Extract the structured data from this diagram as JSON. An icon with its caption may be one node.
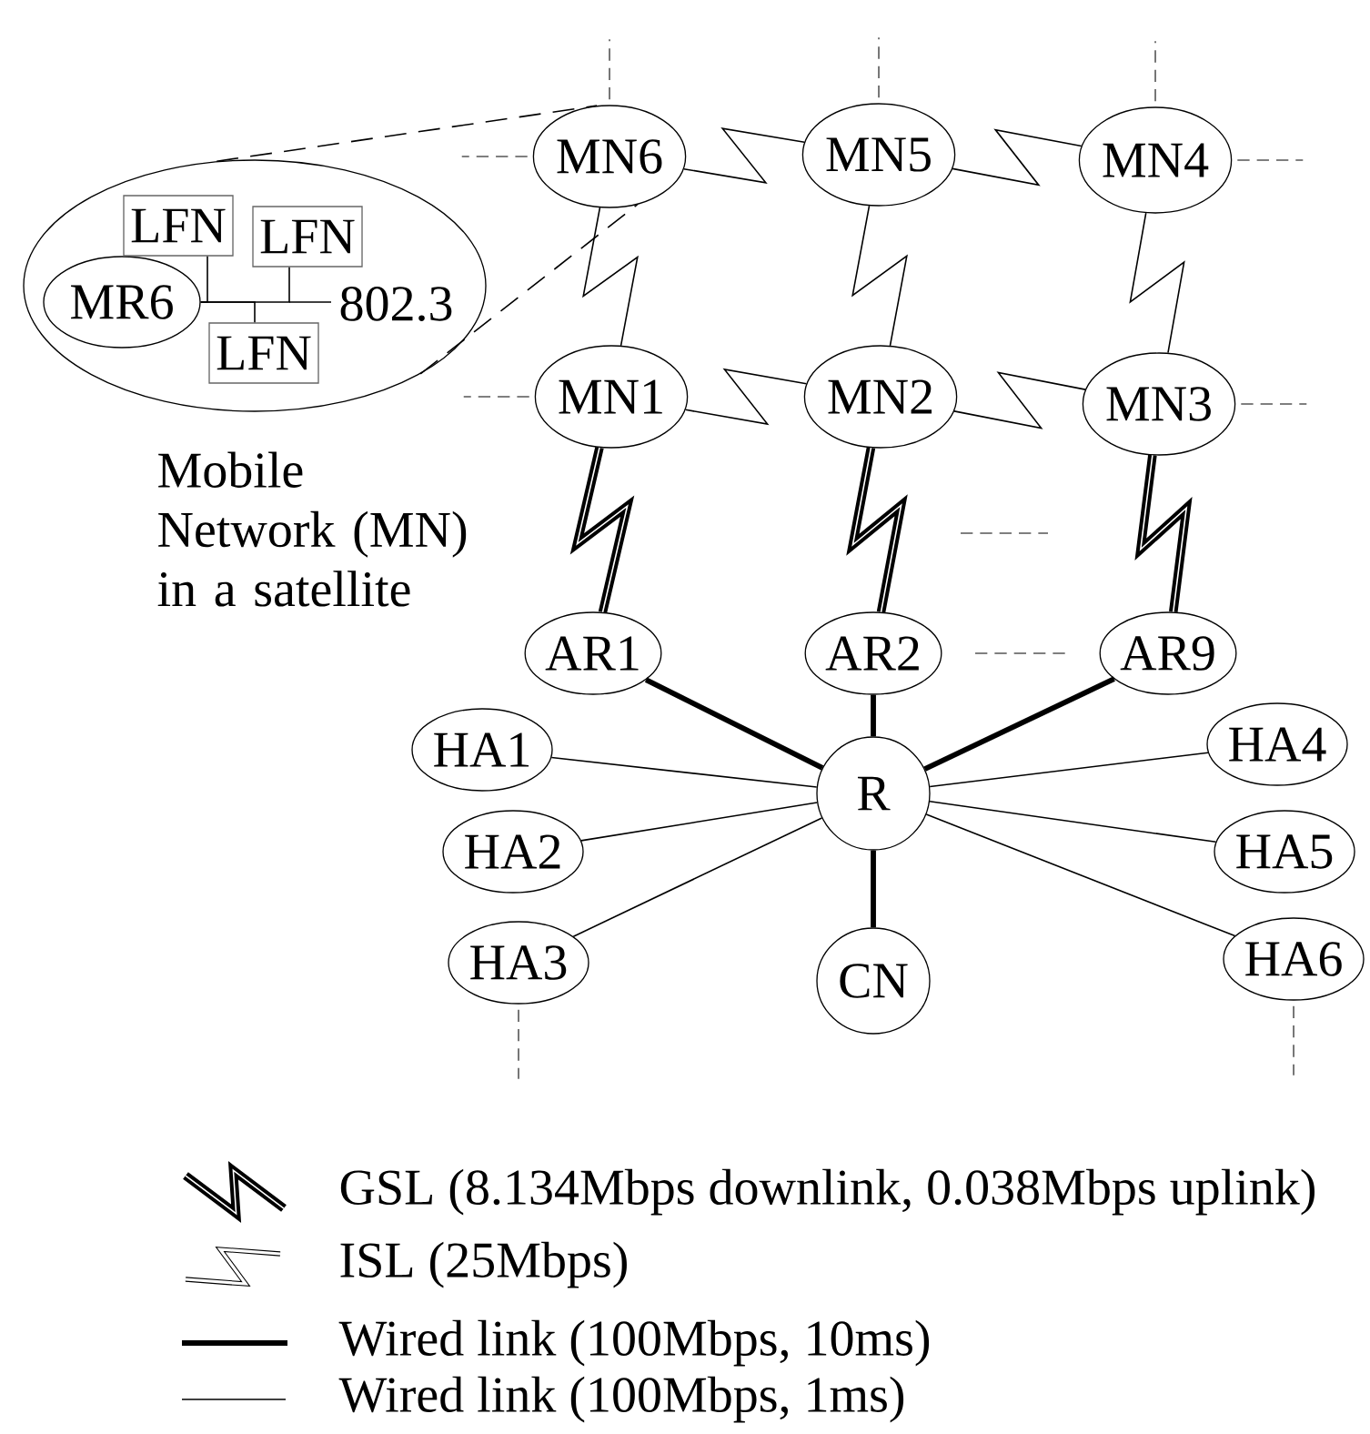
{
  "diagram": {
    "nodes": [
      {
        "text": [
          "MN6"
        ]
      },
      {
        "text": [
          "MN5"
        ]
      },
      {
        "text": [
          "MN4"
        ]
      },
      {
        "text": [
          "MN1"
        ]
      },
      {
        "text": [
          "MN2"
        ]
      },
      {
        "text": [
          "MN3"
        ]
      },
      {
        "text": [],
        "shape": "ellipse"
      },
      {
        "text": [
          "MR6"
        ],
        "in": 6
      },
      {
        "text": [
          "LFN"
        ],
        "in": 6
      },
      {
        "text": [
          "LFN"
        ],
        "in": 6
      },
      {
        "text": [
          "LFN"
        ],
        "in": 6
      },
      {
        "text": [
          "AR1"
        ]
      },
      {
        "text": [
          "AR2"
        ]
      },
      {
        "text": [
          "AR9"
        ]
      },
      {
        "text": [
          "HA1"
        ]
      },
      {
        "text": [
          "R"
        ]
      },
      {
        "text": [
          "HA4"
        ]
      },
      {
        "text": [
          "HA2"
        ]
      },
      {
        "text": [
          "HA5"
        ]
      },
      {
        "text": [
          "HA3"
        ]
      },
      {
        "text": [
          "CN"
        ]
      },
      {
        "text": [
          "HA6"
        ]
      }
    ],
    "edges": [
      {
        "from": 6,
        "to": 0,
        "arrow": "none",
        "style": "dashed"
      },
      {
        "from": 6,
        "to": 0,
        "arrow": "none",
        "style": "dashed"
      },
      {
        "from": 7,
        "to": 8,
        "arrow": "none"
      },
      {
        "from": 7,
        "to": 9,
        "arrow": "none"
      },
      {
        "from": 7,
        "to": 10,
        "arrow": "none"
      },
      {
        "from": 0,
        "to": 1,
        "arrow": "none"
      },
      {
        "from": 1,
        "to": 2,
        "arrow": "none"
      },
      {
        "from": 0,
        "to": 3,
        "arrow": "none"
      },
      {
        "from": 1,
        "to": 4,
        "arrow": "none"
      },
      {
        "from": 2,
        "to": 5,
        "arrow": "none"
      },
      {
        "from": 3,
        "to": 4,
        "arrow": "none"
      },
      {
        "from": 4,
        "to": 5,
        "arrow": "none"
      },
      {
        "from": 3,
        "to": 11,
        "arrow": "none",
        "style": "thick"
      },
      {
        "from": 4,
        "to": 12,
        "arrow": "none",
        "style": "thick"
      },
      {
        "from": 5,
        "to": 13,
        "arrow": "none",
        "style": "thick"
      },
      {
        "from": 11,
        "to": 15,
        "arrow": "none",
        "style": "thick"
      },
      {
        "from": 12,
        "to": 15,
        "arrow": "none",
        "style": "thick"
      },
      {
        "from": 13,
        "to": 15,
        "arrow": "none",
        "style": "thick"
      },
      {
        "from": 14,
        "to": 15,
        "arrow": "none"
      },
      {
        "from": 17,
        "to": 15,
        "arrow": "none"
      },
      {
        "from": 19,
        "to": 15,
        "arrow": "none"
      },
      {
        "from": 16,
        "to": 15,
        "arrow": "none"
      },
      {
        "from": 18,
        "to": 15,
        "arrow": "none"
      },
      {
        "from": 21,
        "to": 15,
        "arrow": "none"
      },
      {
        "from": 15,
        "to": 20,
        "arrow": "none",
        "style": "thick"
      },
      {
        "from": 0,
        "to": null,
        "arrow": "none",
        "style": "dashed"
      },
      {
        "from": 1,
        "to": null,
        "arrow": "none",
        "style": "dashed"
      },
      {
        "from": 2,
        "to": null,
        "arrow": "none",
        "style": "dashed"
      },
      {
        "from": 0,
        "to": null,
        "arrow": "none",
        "style": "dashed"
      },
      {
        "from": 3,
        "to": null,
        "arrow": "none",
        "style": "dashed"
      },
      {
        "from": 2,
        "to": null,
        "arrow": "none",
        "style": "dashed"
      },
      {
        "from": 5,
        "to": null,
        "arrow": "none",
        "style": "dashed"
      },
      {
        "from": 19,
        "to": null,
        "arrow": "none",
        "style": "dashed"
      },
      {
        "from": 21,
        "to": null,
        "arrow": "none",
        "style": "dashed"
      }
    ],
    "labels": [
      "802.3",
      "Mobile Network (MN) in a satellite"
    ],
    "legend": [
      {
        "text": "GSL (8.134Mbps downlink, 0.038Mbps uplink)"
      },
      {
        "text": "ISL (25Mbps)"
      },
      {
        "text": "Wired link (100Mbps, 10ms)"
      },
      {
        "text": "Wired link (100Mbps, 1ms)"
      }
    ]
  }
}
